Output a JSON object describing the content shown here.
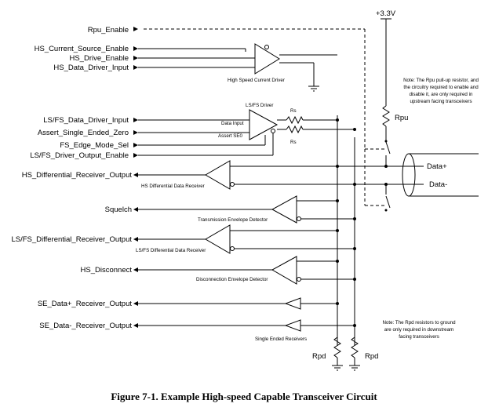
{
  "inputs": {
    "rpu_enable": "Rpu_Enable",
    "hs_current_source_enable": "HS_Current_Source_Enable",
    "hs_drive_enable": "HS_Drive_Enable",
    "hs_data_driver_input": "HS_Data_Driver_Input",
    "ls_fs_data_driver_input": "LS/FS_Data_Driver_Input",
    "assert_single_ended_zero": "Assert_Single_Ended_Zero",
    "fs_edge_mode_sel": "FS_Edge_Mode_Sel",
    "ls_fs_driver_output_enable": "LS/FS_Driver_Output_Enable"
  },
  "outputs": {
    "hs_differential_receiver_output": "HS_Differential_Receiver_Output",
    "squelch": "Squelch",
    "ls_fs_differential_receiver_output": "LS/FS_Differential_Receiver_Output",
    "hs_disconnect": "HS_Disconnect",
    "se_data_plus_receiver_output": "SE_Data+_Receiver_Output",
    "se_data_minus_receiver_output": "SE_Data-_Receiver_Output"
  },
  "blocks": {
    "hs_current_driver": "High Speed Current Driver",
    "ls_fs_driver": "LS/FS Driver",
    "data_input": "Data Input",
    "assert_se0": "Assert SE0",
    "hs_diff_receiver": "HS Differential Data Receiver",
    "transmission_envelope_detector": "Transmission Envelope Detector",
    "ls_fs_diff_receiver": "LS/FS Differential Data Receiver",
    "disconnection_envelope_detector": "Disconnection Envelope Detector",
    "single_ended_receivers": "Single Ended Receivers"
  },
  "components": {
    "supply": "+3.3V",
    "rpu": "Rpu",
    "rs": "Rs",
    "rpd": "Rpd"
  },
  "bus": {
    "data_plus": "Data+",
    "data_minus": "Data-"
  },
  "notes": {
    "rpu_note": [
      "Note:  The Rpu pull-up resistor, and",
      "the circuitry required to enable and",
      "disable it, are only required in",
      "upstream facing transceivers"
    ],
    "rpd_note": [
      "Note:  The Rpd resistors to ground",
      "are only required in downstream",
      "facing transceivers"
    ]
  },
  "caption": "Figure 7-1.  Example High-speed Capable Transceiver Circuit"
}
